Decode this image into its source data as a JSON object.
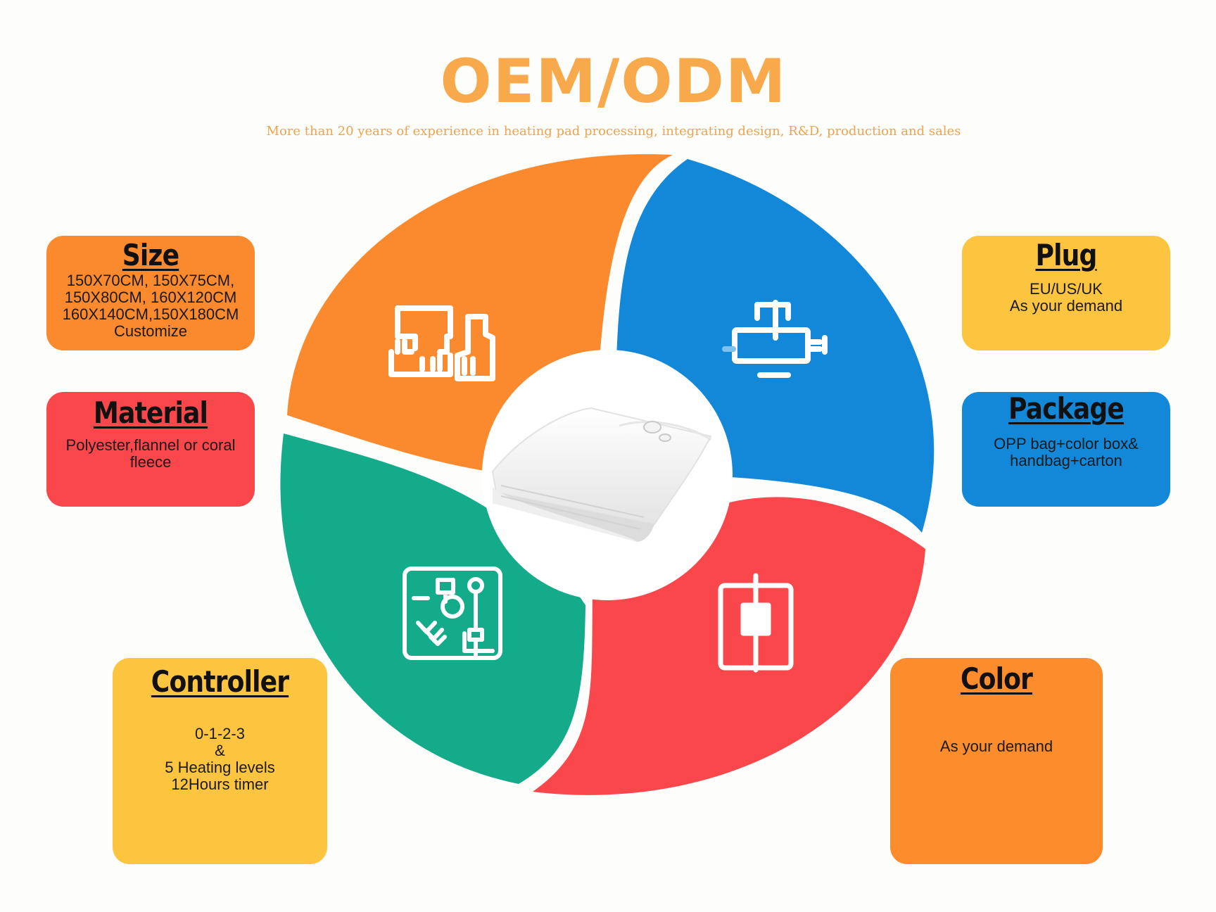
{
  "header": {
    "title": "OEM/ODM",
    "subtitle": "More than 20 years of experience in heating pad processing, integrating design, R&D, production and sales"
  },
  "colors": {
    "title": "#f7a94c",
    "orange": "#fb8a2e",
    "blue": "#1388d9",
    "red": "#f9474c",
    "green": "#14ab8a",
    "yellow": "#fdc440"
  },
  "wheel": {
    "segments": [
      {
        "name": "orange-segment",
        "icon": "factory-icon",
        "color": "#fb8a2e"
      },
      {
        "name": "blue-segment",
        "icon": "plug-device-icon",
        "color": "#1388d9"
      },
      {
        "name": "red-segment",
        "icon": "package-icon",
        "color": "#f9474c"
      },
      {
        "name": "green-segment",
        "icon": "controller-circuit-icon",
        "color": "#14ab8a"
      }
    ],
    "center": "heating-blanket-image"
  },
  "cards": {
    "size": {
      "title": "Size",
      "body": "150X70CM, 150X75CM,\n150X80CM, 160X120CM\n160X140CM,150X180CM\nCustomize"
    },
    "material": {
      "title": "Material",
      "body": "Polyester,flannel or coral\nfleece"
    },
    "controller": {
      "title": "Controller",
      "body": "0-1-2-3\n&\n5 Heating levels\n12Hours timer"
    },
    "plug": {
      "title": "Plug",
      "body": "EU/US/UK\nAs your demand"
    },
    "package": {
      "title": "Package",
      "body": "OPP bag+color box&\nhandbag+carton"
    },
    "color": {
      "title": "Color",
      "body": "As your demand"
    }
  }
}
